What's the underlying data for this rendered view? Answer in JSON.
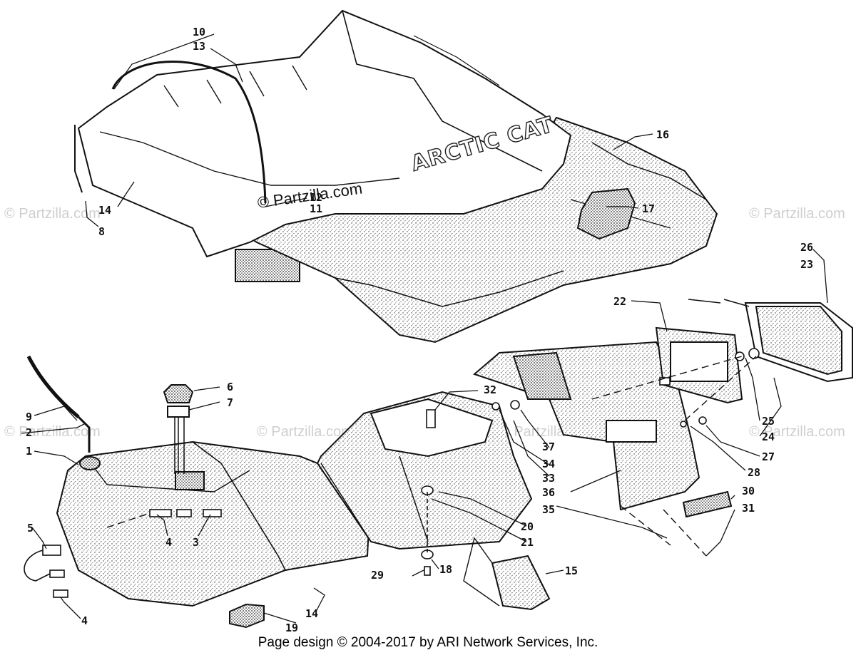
{
  "watermark": "© Partzilla.com",
  "center_watermark": "© Partzilla.com",
  "brand_text": "ARCTIC CAT",
  "footer": "Page design © 2004-2017 by ARI Network Services, Inc.",
  "callouts": [
    {
      "id": "c10",
      "text": "10"
    },
    {
      "id": "c13",
      "text": "13"
    },
    {
      "id": "c16",
      "text": "16"
    },
    {
      "id": "c12",
      "text": "12"
    },
    {
      "id": "c11",
      "text": "11"
    },
    {
      "id": "c17",
      "text": "17"
    },
    {
      "id": "c14a",
      "text": "14"
    },
    {
      "id": "c8",
      "text": "8"
    },
    {
      "id": "c26",
      "text": "26"
    },
    {
      "id": "c23",
      "text": "23"
    },
    {
      "id": "c22",
      "text": "22"
    },
    {
      "id": "c6",
      "text": "6"
    },
    {
      "id": "c7",
      "text": "7"
    },
    {
      "id": "c32",
      "text": "32"
    },
    {
      "id": "c9",
      "text": "9"
    },
    {
      "id": "c2",
      "text": "2"
    },
    {
      "id": "c1",
      "text": "1"
    },
    {
      "id": "c25",
      "text": "25"
    },
    {
      "id": "c24",
      "text": "24"
    },
    {
      "id": "c27",
      "text": "27"
    },
    {
      "id": "c37",
      "text": "37"
    },
    {
      "id": "c34",
      "text": "34"
    },
    {
      "id": "c33",
      "text": "33"
    },
    {
      "id": "c28",
      "text": "28"
    },
    {
      "id": "c36",
      "text": "36"
    },
    {
      "id": "c30",
      "text": "30"
    },
    {
      "id": "c35",
      "text": "35"
    },
    {
      "id": "c31",
      "text": "31"
    },
    {
      "id": "c20",
      "text": "20"
    },
    {
      "id": "c21",
      "text": "21"
    },
    {
      "id": "c5",
      "text": "5"
    },
    {
      "id": "c4a",
      "text": "4"
    },
    {
      "id": "c3",
      "text": "3"
    },
    {
      "id": "c18",
      "text": "18"
    },
    {
      "id": "c29",
      "text": "29"
    },
    {
      "id": "c15",
      "text": "15"
    },
    {
      "id": "c14b",
      "text": "14"
    },
    {
      "id": "c19",
      "text": "19"
    },
    {
      "id": "c4b",
      "text": "4"
    }
  ]
}
